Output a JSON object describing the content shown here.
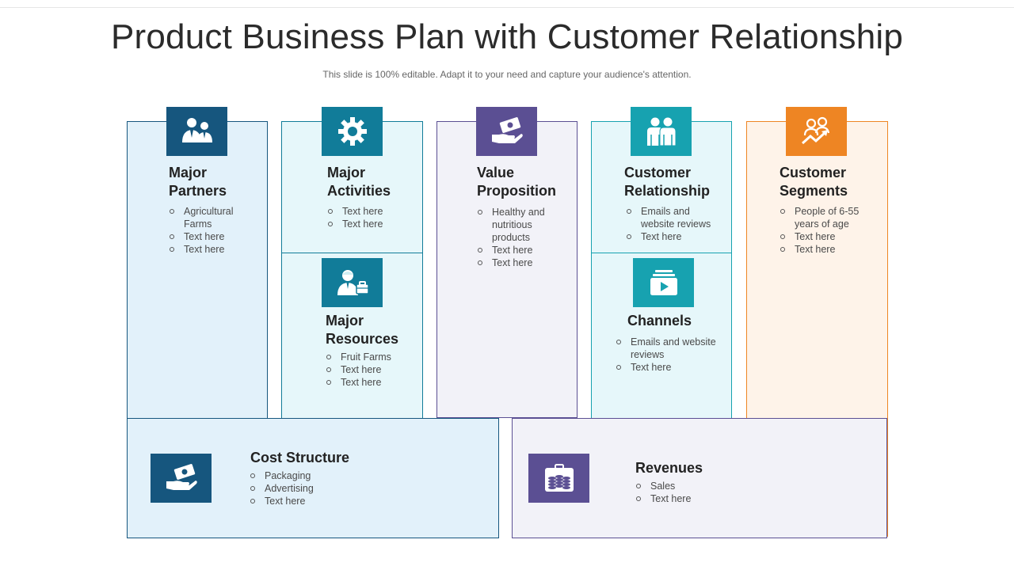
{
  "title": "Product Business Plan with Customer Relationship",
  "subtitle": "This slide is 100% editable. Adapt it to your need and capture your audience's attention.",
  "colors": {
    "navy": "#16567e",
    "teal_dark": "#117c99",
    "purple": "#5b4f93",
    "teal": "#17a2b0",
    "orange": "#ee8523",
    "fill_blue": "#e2f1fa",
    "fill_cyan": "#e6f7fa",
    "fill_lavender": "#f2f2f8",
    "fill_orange": "#fef3e9"
  },
  "blocks": {
    "partners": {
      "heading_line1": "Major",
      "heading_line2": "Partners",
      "icon": "business-partners-icon",
      "items": [
        "Agricultural Farms",
        "Text here",
        "Text here"
      ]
    },
    "activities": {
      "heading_line1": "Major",
      "heading_line2": "Activities",
      "icon": "gear-icon",
      "items": [
        "Text here",
        "Text here"
      ]
    },
    "resources": {
      "heading_line1": "Major",
      "heading_line2": "Resources",
      "icon": "person-briefcase-icon",
      "items": [
        "Fruit Farms",
        "Text here",
        "Text here"
      ]
    },
    "value": {
      "heading_line1": "Value",
      "heading_line2": "Proposition",
      "icon": "money-hand-icon",
      "items": [
        "Healthy and nutritious products",
        "Text here",
        "Text here"
      ]
    },
    "relationship": {
      "heading_line1": "Customer",
      "heading_line2": "Relationship",
      "icon": "two-people-icon",
      "items": [
        "Emails and website reviews",
        "Text here"
      ]
    },
    "channels": {
      "heading": "Channels",
      "icon": "video-play-icon",
      "items": [
        "Emails and website reviews",
        "Text here"
      ]
    },
    "segments": {
      "heading_line1": "Customer",
      "heading_line2": "Segments",
      "icon": "people-growth-icon",
      "items": [
        "People of 6-55 years of age",
        "Text here",
        "Text here"
      ]
    },
    "cost": {
      "heading": "Cost Structure",
      "icon": "cash-hand-icon",
      "items": [
        "Packaging",
        "Advertising",
        "Text here"
      ]
    },
    "revenues": {
      "heading": "Revenues",
      "icon": "briefcase-coins-icon",
      "items": [
        "Sales",
        "Text here"
      ]
    }
  }
}
